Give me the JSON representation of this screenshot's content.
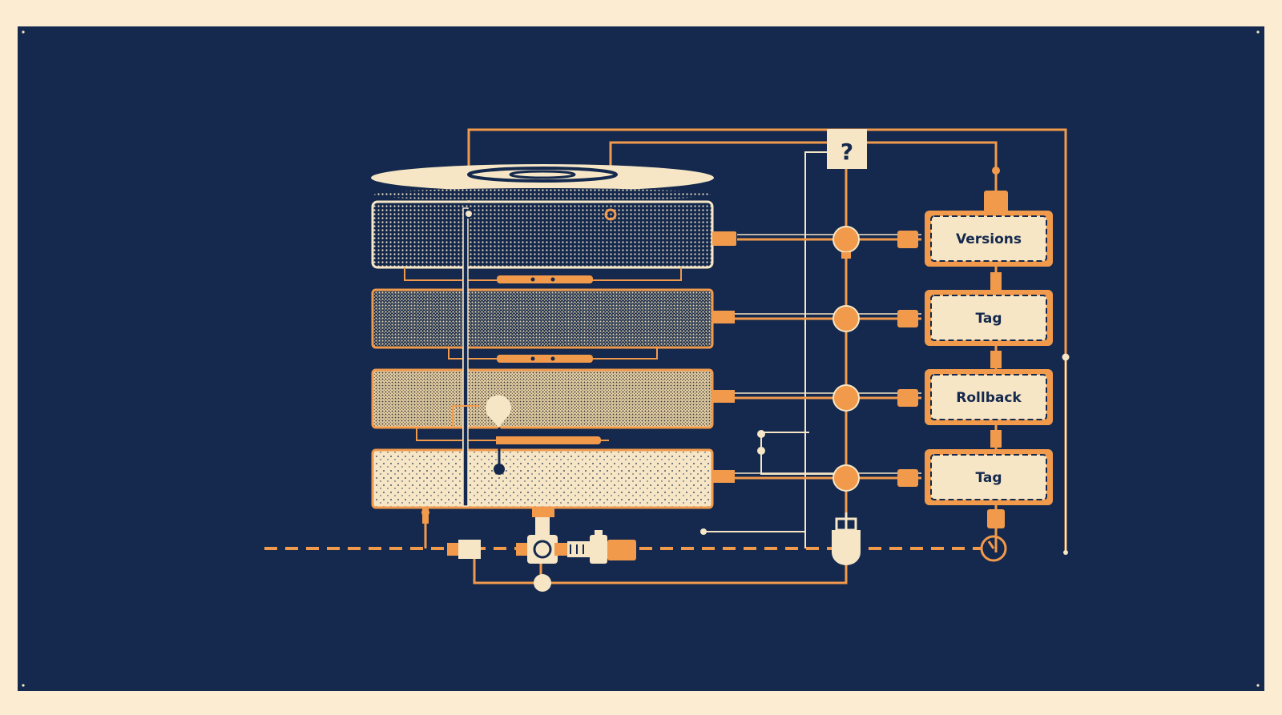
{
  "colors": {
    "frame": "#fbecd2",
    "panel": "#14294d",
    "accent": "#f29a4c",
    "cream": "#f6e6c6",
    "label_text": "#14294d"
  },
  "diagram": {
    "decision_symbol": "?",
    "boxes": [
      {
        "label": "Versions"
      },
      {
        "label": "Tag"
      },
      {
        "label": "Rollback"
      },
      {
        "label": "Tag"
      }
    ],
    "icons": [
      "database-disk-icon",
      "valve-icon",
      "pump-icon",
      "filter-icon",
      "flask-icon",
      "clock-icon"
    ]
  }
}
